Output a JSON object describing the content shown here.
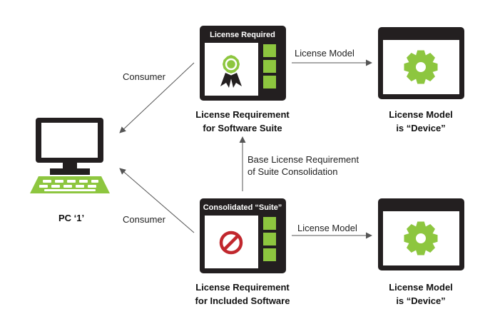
{
  "colors": {
    "window_dark": "#231f20",
    "accent_green": "#8dc63f",
    "prohibited_red": "#c1272d",
    "arrow": "#555555",
    "background": "#ffffff"
  },
  "pc": {
    "icon": "computer-icon",
    "label": "PC ‘1’"
  },
  "license_required": {
    "window_title": "License Required",
    "icon": "certificate-ribbon-icon",
    "caption_line1": "License Requirement",
    "caption_line2": "for Software Suite"
  },
  "consolidated_suite": {
    "window_title": "Consolidated “Suite”",
    "icon": "prohibited-icon",
    "caption_line1": "License Requirement",
    "caption_line2": "for Included Software"
  },
  "model_top": {
    "icon": "gear-icon",
    "caption_line1": "License Model",
    "caption_line2": "is “Device”"
  },
  "model_bottom": {
    "icon": "gear-icon",
    "caption_line1": "License Model",
    "caption_line2": "is “Device”"
  },
  "connectors": {
    "consumer_top": "Consumer",
    "consumer_bottom": "Consumer",
    "license_model_top": "License Model",
    "license_model_bottom": "License Model",
    "base_line1": "Base License Requirement",
    "base_line2": "of Suite Consolidation"
  }
}
